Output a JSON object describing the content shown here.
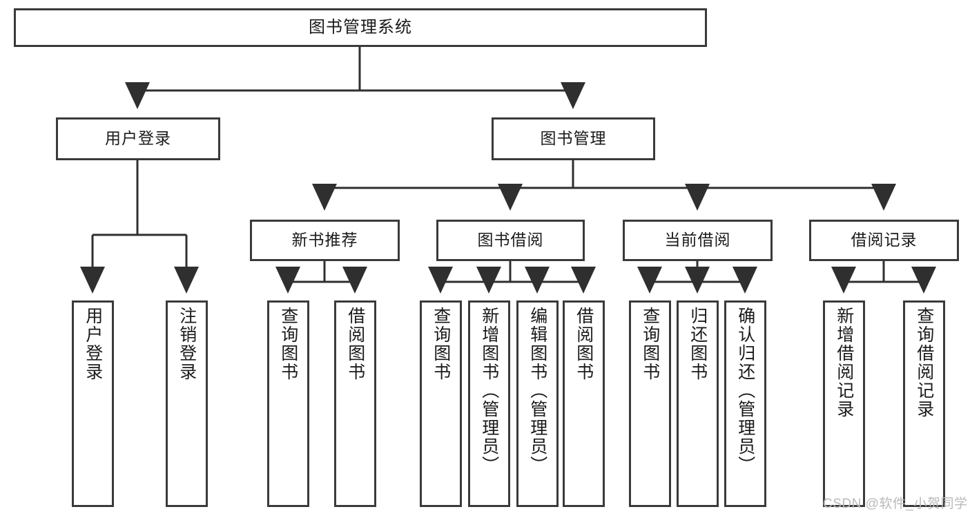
{
  "diagram": {
    "title": "图书管理系统",
    "type": "tree",
    "orientation": "top-down",
    "colors": {
      "box_border": "#3a3a3a",
      "box_fill": "#ffffff",
      "edge": "#2f2f2f",
      "text": "#1a1a1a",
      "watermark": "#b9b9b9",
      "background": "#ffffff"
    },
    "nodes": {
      "root": {
        "label": "图书管理系统"
      },
      "level2": [
        {
          "id": "user-login",
          "label": "用户登录"
        },
        {
          "id": "book-management",
          "label": "图书管理"
        }
      ],
      "level3": [
        {
          "id": "new-book-recommend",
          "label": "新书推荐"
        },
        {
          "id": "book-borrow",
          "label": "图书借阅"
        },
        {
          "id": "current-borrow",
          "label": "当前借阅"
        },
        {
          "id": "borrow-record",
          "label": "借阅记录"
        }
      ],
      "leaves": {
        "user-login": [
          {
            "id": "leaf-user-login",
            "label": "用户登录"
          },
          {
            "id": "leaf-logout-login",
            "label": "注销登录"
          }
        ],
        "new-book-recommend": [
          {
            "id": "leaf-query-book-1",
            "label": "查询图书"
          },
          {
            "id": "leaf-borrow-book-1",
            "label": "借阅图书"
          }
        ],
        "book-borrow": [
          {
            "id": "leaf-query-book-2",
            "label": "查询图书"
          },
          {
            "id": "leaf-add-book",
            "label": "新增图书（管理员）"
          },
          {
            "id": "leaf-edit-book",
            "label": "编辑图书（管理员）"
          },
          {
            "id": "leaf-borrow-book-2",
            "label": "借阅图书"
          }
        ],
        "current-borrow": [
          {
            "id": "leaf-query-book-3",
            "label": "查询图书"
          },
          {
            "id": "leaf-return-book",
            "label": "归还图书"
          },
          {
            "id": "leaf-confirm-return",
            "label": "确认归还（管理员）"
          }
        ],
        "borrow-record": [
          {
            "id": "leaf-add-record",
            "label": "新增借阅记录"
          },
          {
            "id": "leaf-query-record",
            "label": "查询借阅记录"
          }
        ]
      }
    },
    "watermark": "CSDN @软件_小贺同学"
  }
}
